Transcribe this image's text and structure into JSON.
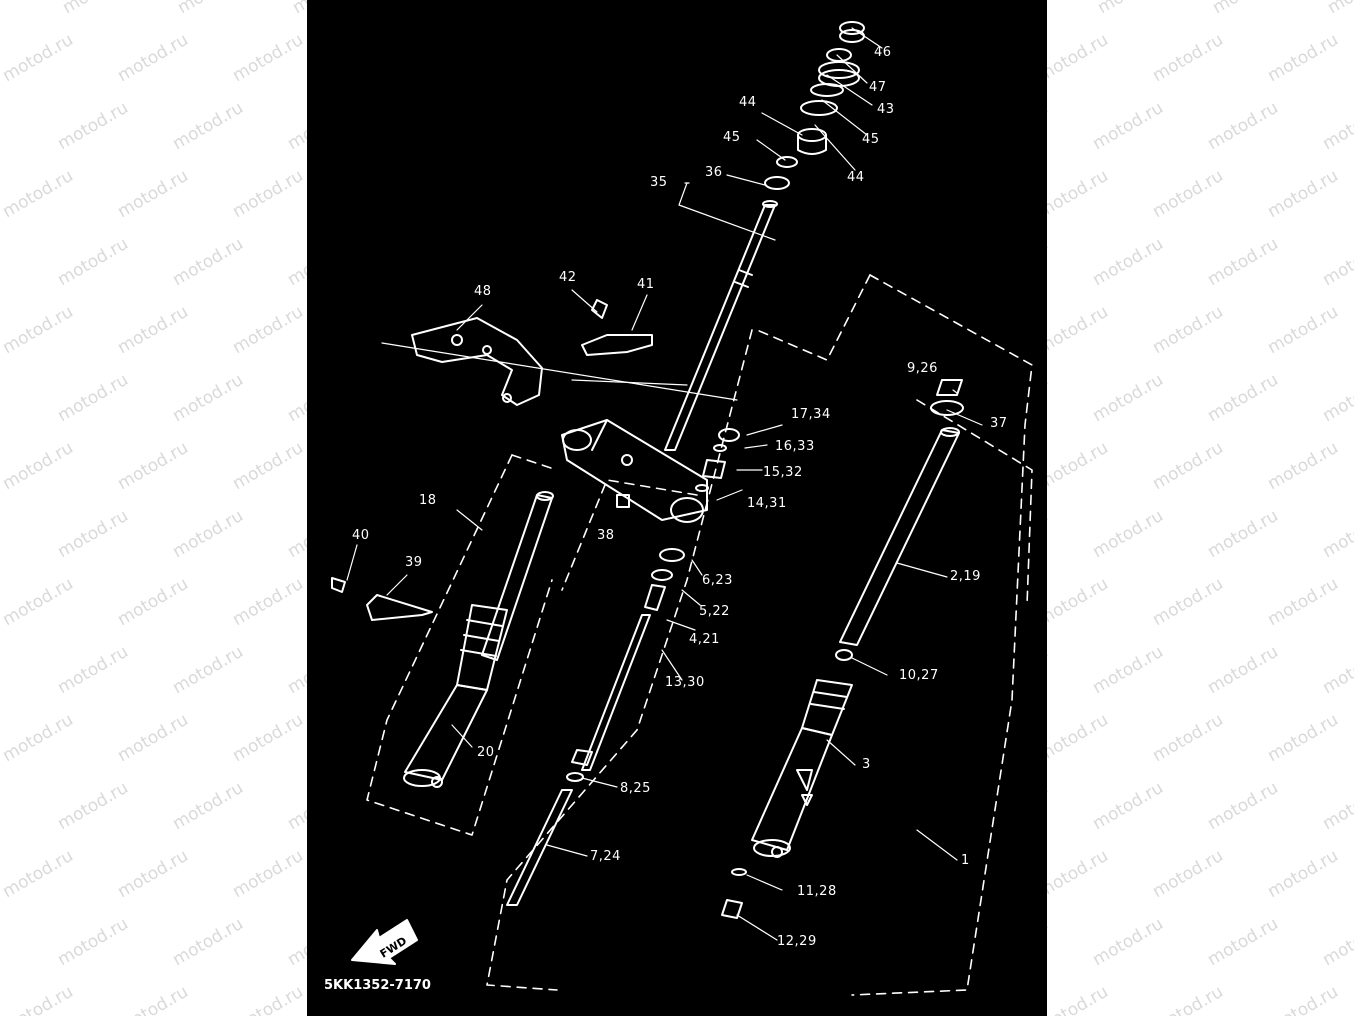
{
  "watermark": "motod.ru",
  "diagram": {
    "code": "5KK1352-7170",
    "fwd_label": "FWD",
    "callouts": {
      "c46": "46",
      "c47": "47",
      "c43": "43",
      "c45a": "45",
      "c44a": "44",
      "c44b": "44",
      "c45b": "45",
      "c36": "36",
      "c35": "35",
      "c42": "42",
      "c41": "41",
      "c48": "48",
      "c926": "9,26",
      "c37": "37",
      "c1734": "17,34",
      "c1633": "16,33",
      "c1532": "15,32",
      "c1431": "14,31",
      "c38": "38",
      "c18": "18",
      "c40": "40",
      "c39": "39",
      "c623": "6,23",
      "c522": "5,22",
      "c421": "4,21",
      "c219": "2,19",
      "c1330": "13,30",
      "c1027": "10,27",
      "c20": "20",
      "c3": "3",
      "c825": "8,25",
      "c1": "1",
      "c724": "7,24",
      "c1128": "11,28",
      "c1229": "12,29"
    }
  }
}
